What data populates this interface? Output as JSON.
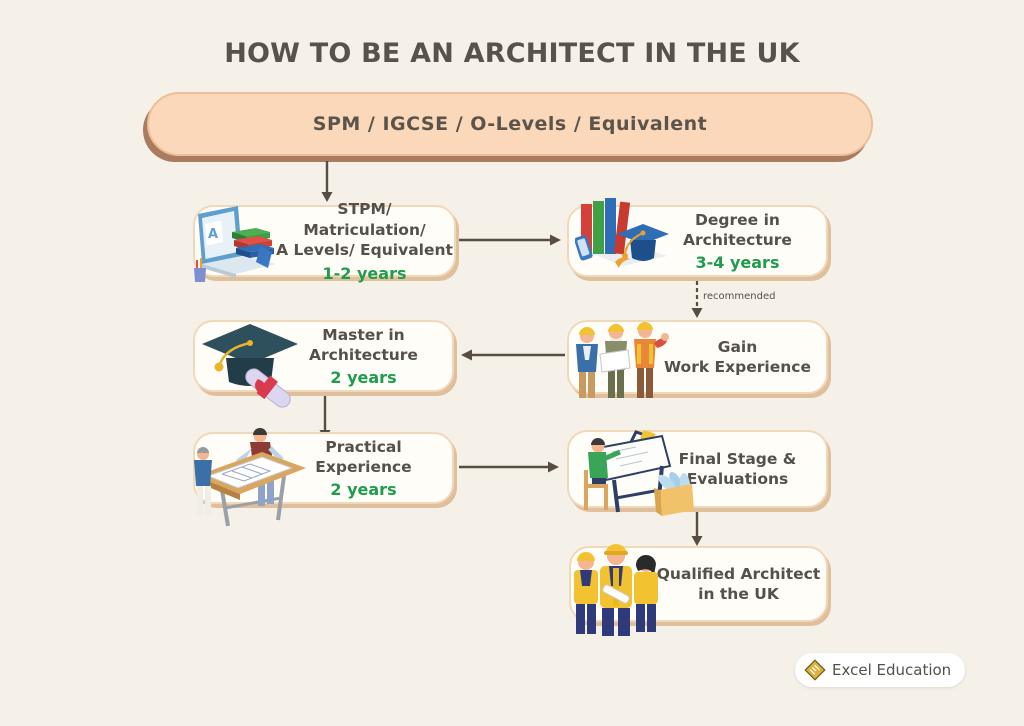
{
  "title": "HOW TO BE AN ARCHITECT IN THE UK",
  "root": {
    "label": "SPM / IGCSE / O-Levels / Equivalent"
  },
  "nodes": {
    "stpm": {
      "lines": [
        "STPM/ Matriculation/",
        "A Levels/ Equivalent"
      ],
      "duration": "1-2 years",
      "icon": "laptop-books-icon"
    },
    "degree": {
      "lines": [
        "Degree in",
        "Architecture"
      ],
      "duration": "3-4 years",
      "icon": "books-gradcap-icon"
    },
    "work": {
      "lines": [
        "Gain",
        "Work Experience"
      ],
      "duration": "",
      "icon": "workers-blueprint-icon"
    },
    "master": {
      "lines": [
        "Master in",
        "Architecture"
      ],
      "duration": "2 years",
      "icon": "gradcap-scroll-icon"
    },
    "practical": {
      "lines": [
        "Practical Experience",
        ""
      ],
      "duration": "2 years",
      "icon": "drafting-table-icon"
    },
    "final": {
      "lines": [
        "Final Stage &",
        "Evaluations"
      ],
      "duration": "",
      "icon": "architect-desk-icon"
    },
    "qualified": {
      "lines": [
        "Qualified Architect",
        "in the UK"
      ],
      "duration": "",
      "icon": "construction-team-icon"
    }
  },
  "annotations": {
    "recommended": "recommended"
  },
  "logo": {
    "label": "Excel Education"
  },
  "colors": {
    "background": "#f5f1e9",
    "title_text": "#59524b",
    "root_fill": "#fbd8b9",
    "root_shadow": "#a97c60",
    "box_fill": "#fffdf8",
    "box_border": "#f0d8bb",
    "duration_green": "#1f9c4d",
    "arrow": "#574d43"
  }
}
